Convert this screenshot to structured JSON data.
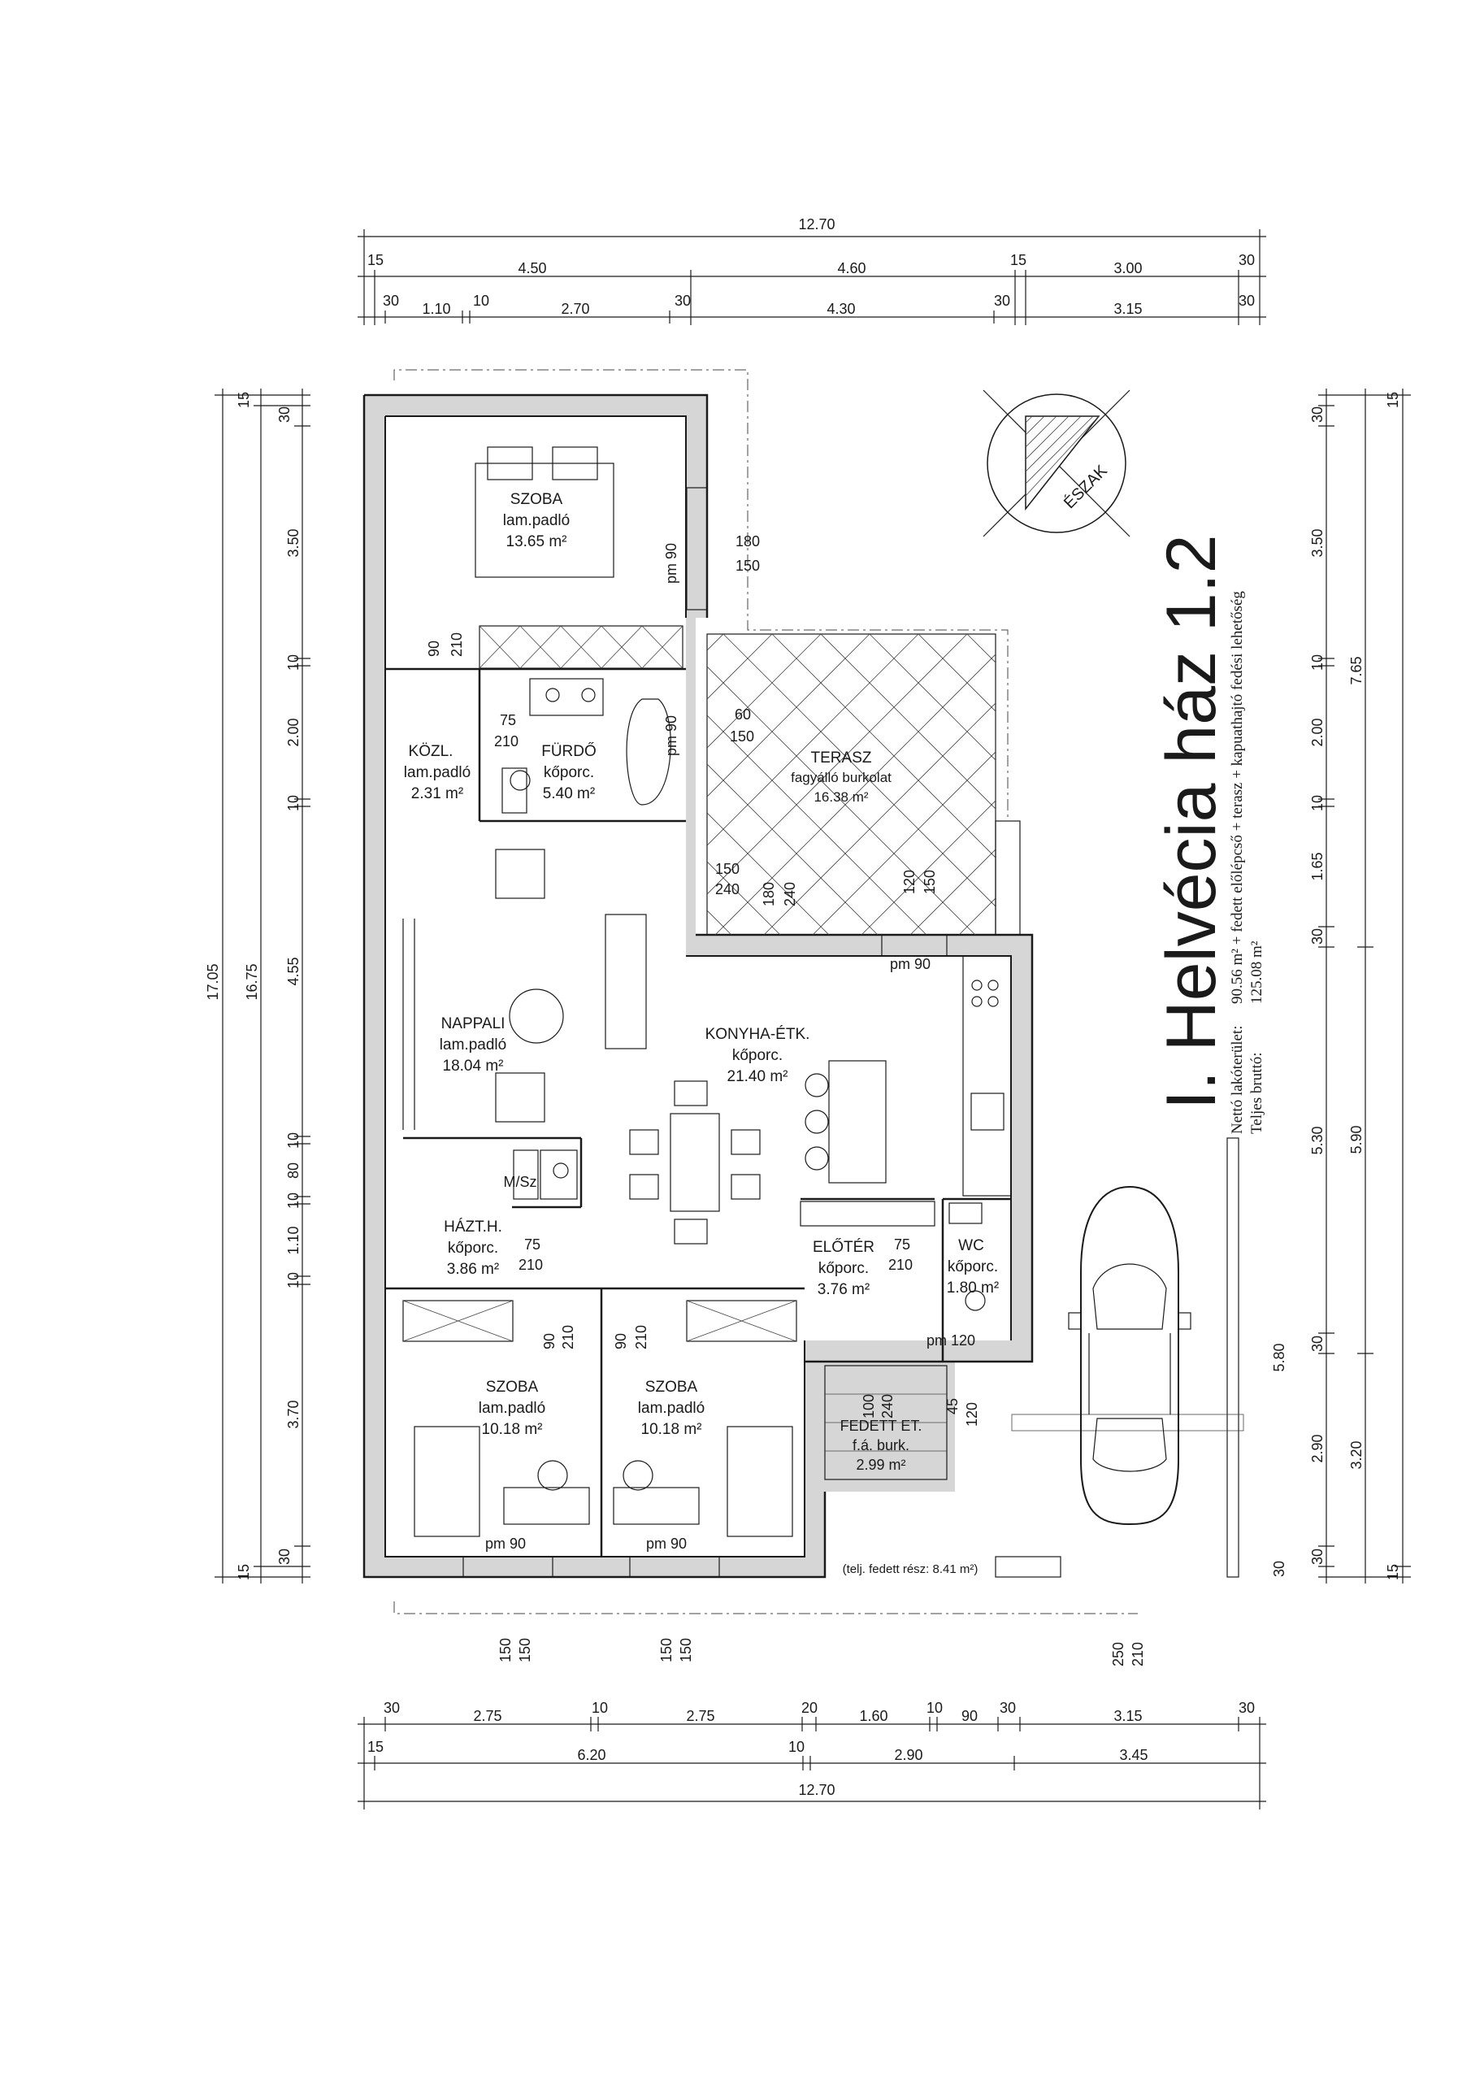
{
  "dimensions": {
    "top_total": "12.70",
    "top_row1": [
      "15",
      "4.50",
      "4.60",
      "15",
      "3.00",
      "30"
    ],
    "top_row2": [
      "30",
      "1.10",
      "10",
      "2.70",
      "30",
      "4.30",
      "30",
      "3.15",
      "30"
    ],
    "bottom_row1": [
      "30",
      "2.75",
      "10",
      "2.75",
      "20",
      "1.60",
      "10",
      "90",
      "30",
      "3.15",
      "30"
    ],
    "bottom_row2": [
      "15",
      "6.20",
      "10",
      "2.90",
      "3.45"
    ],
    "bottom_total": "12.70",
    "left_total": "17.05",
    "left_sub": "16.75",
    "left_edge": [
      "15",
      "15"
    ],
    "left_row": [
      "30",
      "3.50",
      "10",
      "2.00",
      "10",
      "4.55",
      "10",
      "80",
      "10",
      "1.10",
      "10",
      "3.70",
      "30"
    ],
    "right_row1": [
      "30",
      "3.50",
      "10",
      "2.00",
      "10",
      "1.65",
      "30",
      "5.30",
      "30",
      "2.90",
      "30"
    ],
    "right_row2": [
      "7.65",
      "5.90",
      "5.80",
      "3.20",
      "30"
    ],
    "right_edge": [
      "15",
      "15"
    ]
  },
  "rooms": [
    {
      "name": "SZOBA",
      "floor": "lam.padló",
      "area": "13.65 m²"
    },
    {
      "name": "KÖZL.",
      "floor": "lam.padló",
      "area": "2.31 m²"
    },
    {
      "name": "FÜRDŐ",
      "floor": "kőporc.",
      "area": "5.40 m²"
    },
    {
      "name": "TERASZ",
      "floor": "fagyálló burkolat",
      "area": "16.38 m²"
    },
    {
      "name": "NAPPALI",
      "floor": "lam.padló",
      "area": "18.04 m²"
    },
    {
      "name": "KONYHA-ÉTK.",
      "floor": "kőporc.",
      "area": "21.40 m²"
    },
    {
      "name": "HÁZT.H.",
      "floor": "kőporc.",
      "area": "3.86 m²"
    },
    {
      "name": "ELŐTÉR",
      "floor": "kőporc.",
      "area": "3.76 m²"
    },
    {
      "name": "WC",
      "floor": "kőporc.",
      "area": "1.80 m²"
    },
    {
      "name": "SZOBA",
      "floor": "lam.padló",
      "area": "10.18 m²"
    },
    {
      "name": "SZOBA",
      "floor": "lam.padló",
      "area": "10.18 m²"
    },
    {
      "name": "FEDETT ET.",
      "floor": "f.á. burk.",
      "area": "2.99 m²"
    }
  ],
  "labels": {
    "ms": "M/Sz",
    "covered_note": "(telj. fedett rész: 8.41 m²)",
    "north": "ÉSZAK",
    "openings": [
      "pm 90",
      "180",
      "150",
      "90",
      "210",
      "75",
      "210",
      "pm 90",
      "60",
      "150",
      "150",
      "240",
      "180",
      "240",
      "120",
      "150",
      "pm 90",
      "75",
      "210",
      "75",
      "210",
      "90",
      "210",
      "90",
      "210",
      "100",
      "240",
      "45",
      "120",
      "pm 120",
      "pm 90",
      "pm 90",
      "150",
      "150",
      "150",
      "150",
      "250",
      "210"
    ]
  },
  "title": "I. Helvécia ház 1.2",
  "info": {
    "line1_label": "Nettó lakóterület:",
    "line1_value": "90.56 m² + fedett előlépcső + terasz + kapuathajtó fedési lehetőség",
    "line2_label": "Teljes bruttó:",
    "line2_value": "125.08 m²"
  }
}
